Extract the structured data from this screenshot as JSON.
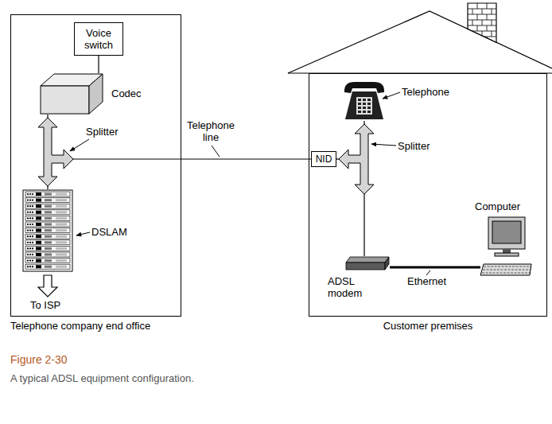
{
  "diagram": {
    "title": "Figure 2-30",
    "caption": "A typical ADSL equipment configuration.",
    "nodes": [
      {
        "text": [
          "Telephone company end office"
        ]
      },
      {
        "text": [
          "Voice switch"
        ],
        "in": 0
      },
      {
        "text": [
          "Codec"
        ],
        "in": 0
      },
      {
        "text": [
          "Splitter"
        ],
        "in": 0
      },
      {
        "text": [
          "DSLAM"
        ],
        "in": 0
      },
      {
        "text": [
          "Customer premises"
        ]
      },
      {
        "text": [
          "Telephone"
        ],
        "in": 5
      },
      {
        "text": [
          "NID"
        ],
        "in": 5
      },
      {
        "text": [
          "Splitter"
        ],
        "in": 5
      },
      {
        "text": [
          "ADSL modem"
        ],
        "in": 5
      },
      {
        "text": [
          "Computer"
        ],
        "in": 5
      }
    ],
    "edges": [
      {
        "from": 1,
        "to": 2,
        "arrow": "none"
      },
      {
        "from": 2,
        "to": 3,
        "arrow": "none"
      },
      {
        "from": 3,
        "to": 4,
        "arrow": "none"
      },
      {
        "from": 3,
        "to": 7,
        "arrow": "none",
        "label": "Telephone line"
      },
      {
        "from": 7,
        "to": 8,
        "arrow": "none"
      },
      {
        "from": 8,
        "to": 6,
        "arrow": "none"
      },
      {
        "from": 8,
        "to": 9,
        "arrow": "none"
      },
      {
        "from": 9,
        "to": 10,
        "arrow": "none",
        "label": "Ethernet"
      }
    ],
    "labels": [
      "To ISP"
    ]
  }
}
